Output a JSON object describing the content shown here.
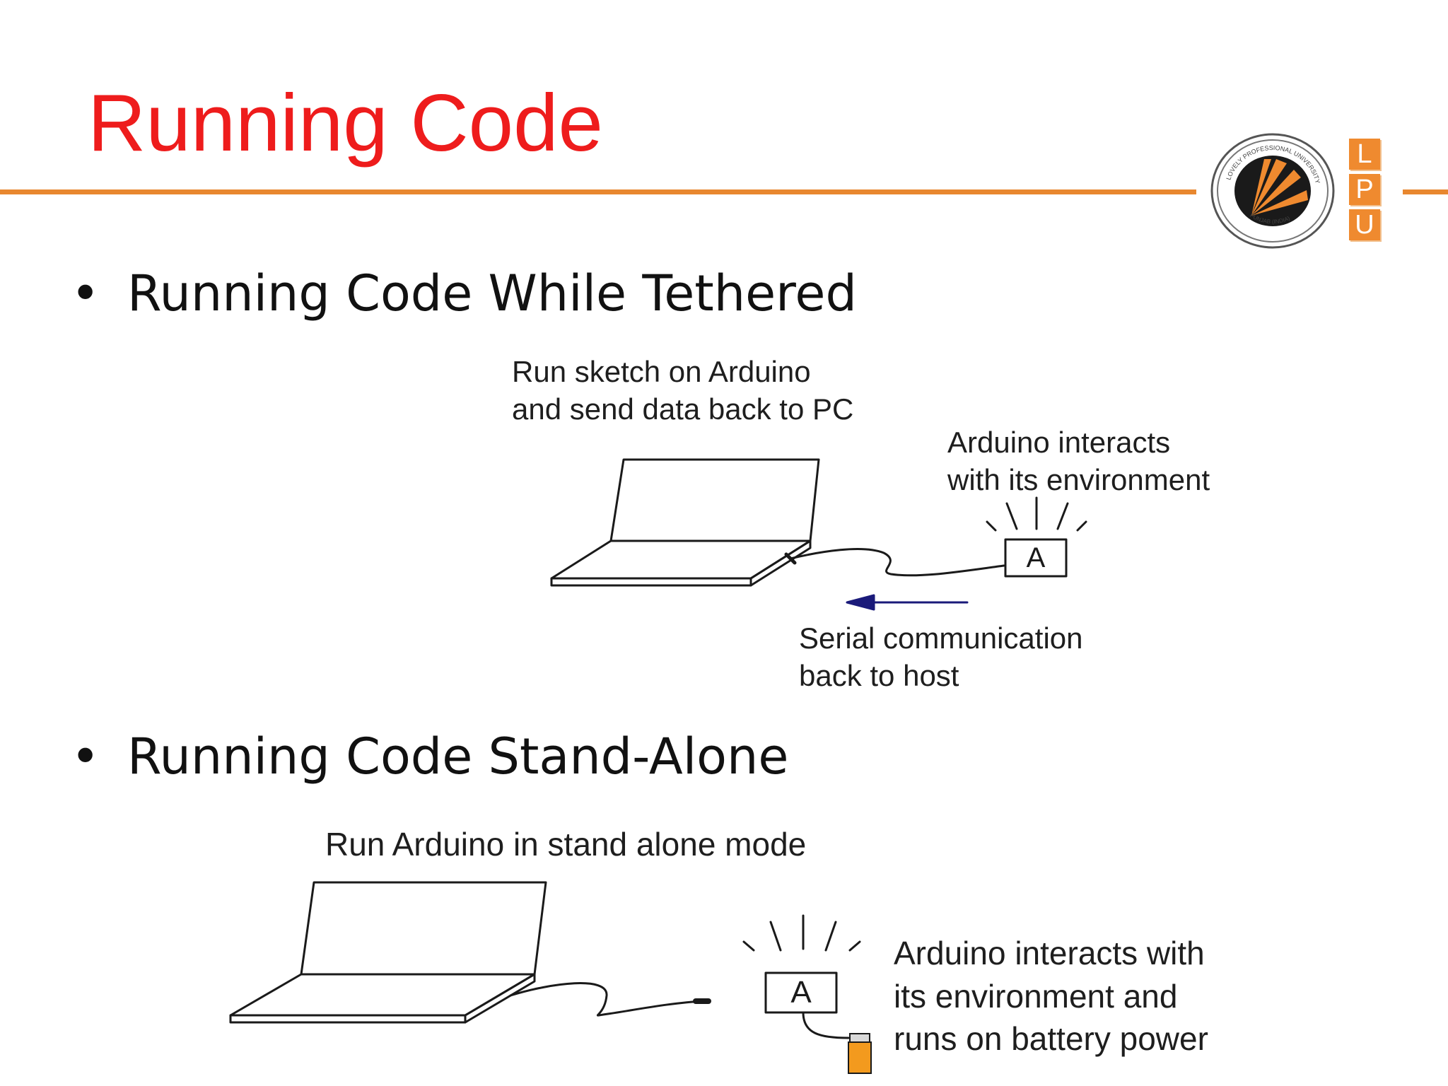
{
  "slide": {
    "title": "Running Code",
    "bullets": [
      "Running Code While Tethered",
      "Running Code Stand-Alone"
    ]
  },
  "logo": {
    "letters": [
      "L",
      "P",
      "U"
    ],
    "seal_text": "LOVELY PROFESSIONAL UNIVERSITY",
    "seal_subtext": "PUNJAB (INDIA)",
    "accent_color": "#ef8a2f"
  },
  "tethered_diagram": {
    "caption_line1": "Run sketch on Arduino",
    "caption_line2": "and send data back to PC",
    "arduino_note_line1": "Arduino interacts",
    "arduino_note_line2": "with its environment",
    "board_letter": "A",
    "serial_note_line1": "Serial communication",
    "serial_note_line2": "back to host",
    "arrow_color": "#1a1a7a"
  },
  "standalone_diagram": {
    "caption": "Run Arduino in stand alone mode",
    "board_letter": "A",
    "note_line1": "Arduino interacts with",
    "note_line2": "its environment and",
    "note_line3": "runs on battery power",
    "battery_color": "#f39a1e"
  },
  "icons": [
    "laptop-icon",
    "arduino-board-icon",
    "battery-icon",
    "lpu-seal-icon"
  ]
}
